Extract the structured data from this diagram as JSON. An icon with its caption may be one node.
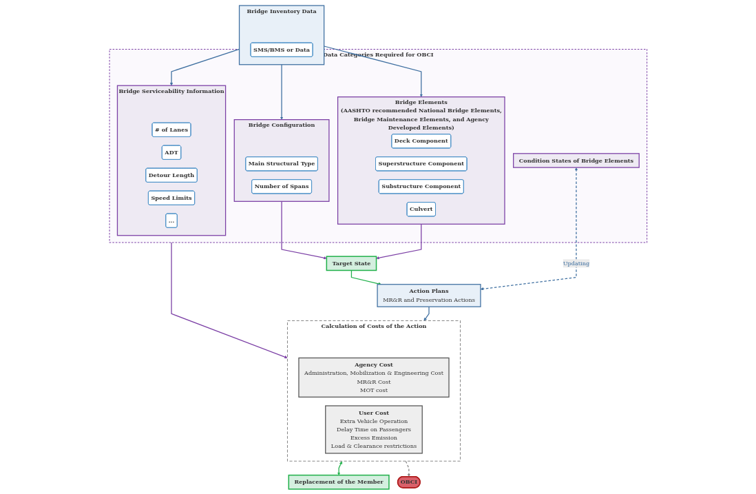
{
  "diagram": {
    "nodes": [
      {
        "text": [
          "Data Categories Required for OBCI"
        ]
      },
      {
        "text": [
          "Bridge Configuration"
        ],
        "in": 0
      },
      {
        "text": [
          "Main Structural Type"
        ],
        "in": 1
      },
      {
        "text": [
          "Number of Spans"
        ],
        "in": 1
      },
      {
        "text": [
          "Bridge Elements",
          "(AASHTO recommended National Bridge Elements, Bridge Maintenance Elements, and Agency Developed Elements)"
        ],
        "in": 0
      },
      {
        "text": [
          "Deck Component"
        ],
        "in": 4
      },
      {
        "text": [
          "Superstructure Component"
        ],
        "in": 4
      },
      {
        "text": [
          "Substructure Component"
        ],
        "in": 4
      },
      {
        "text": [
          "Culvert"
        ],
        "in": 4
      },
      {
        "text": [
          "Bridge Serviceability Information"
        ],
        "in": 0
      },
      {
        "text": [
          "# of Lanes"
        ],
        "in": 9
      },
      {
        "text": [
          "ADT"
        ],
        "in": 9
      },
      {
        "text": [
          "Detour Length"
        ],
        "in": 9
      },
      {
        "text": [
          "Speed Limits"
        ],
        "in": 9
      },
      {
        "text": [
          "..."
        ],
        "in": 9
      },
      {
        "text": [
          "Condition States of Bridge Elements"
        ],
        "in": 0
      },
      {
        "text": [
          "Bridge Inventory Data"
        ]
      },
      {
        "text": [
          "SMS/BMS or Data"
        ],
        "in": 16
      },
      {
        "text": [
          "Target State"
        ]
      },
      {
        "text": [
          "Calculation of Costs of the Action"
        ]
      },
      {
        "text": [
          "Agency Cost",
          "Administration, Mobilization & Engineering Cost",
          "MR&R Cost",
          "MOT cost"
        ],
        "in": 19
      },
      {
        "text": [
          "User Cost",
          "Extra Vehicle Operation",
          "Delay Time on Passengers",
          "Excess Emission",
          "Load & Clearance restrictions"
        ],
        "in": 19
      },
      {
        "text": [
          "Action Plans",
          "MR&R and Preservation Actions"
        ]
      },
      {
        "text": [
          "Replacement of the Member"
        ]
      },
      {
        "text": [
          "OBCI"
        ]
      }
    ],
    "edges": [
      {
        "from": 16,
        "to": 1,
        "arrow": "to",
        "color": "#3e6fa0"
      },
      {
        "from": 16,
        "to": 4,
        "arrow": "to",
        "color": "#3e6fa0"
      },
      {
        "from": 16,
        "to": 9,
        "arrow": "to",
        "color": "#3e6fa0"
      },
      {
        "from": 1,
        "to": 18,
        "arrow": "to",
        "color": "#7b3fa5"
      },
      {
        "from": 4,
        "to": 18,
        "arrow": "to",
        "color": "#7b3fa5"
      },
      {
        "from": 18,
        "to": 22,
        "arrow": "to",
        "color": "#22b14c"
      },
      {
        "from": 15,
        "to": 22,
        "arrow": "both",
        "label": "Updating",
        "style": "dashed",
        "color": "#3e6fa0"
      },
      {
        "from": 0,
        "to": 19,
        "arrow": "to",
        "color": "#7b3fa5"
      },
      {
        "from": 22,
        "to": 19,
        "arrow": "to",
        "color": "#3e6fa0"
      },
      {
        "from": 19,
        "to": 23,
        "arrow": "both",
        "color": "#22b14c"
      },
      {
        "from": 19,
        "to": 24,
        "arrow": "to",
        "style": "dashed",
        "color": "#888888"
      }
    ]
  }
}
